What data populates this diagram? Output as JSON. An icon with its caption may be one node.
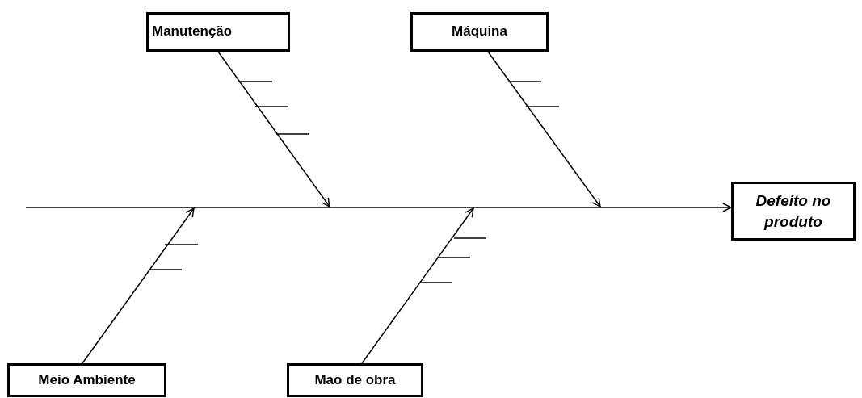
{
  "diagram": {
    "nodes": [
      {
        "text": [
          "Manutenção"
        ]
      },
      {
        "text": [
          "Máquina"
        ]
      },
      {
        "text": [
          "Defeito no produto"
        ]
      },
      {
        "text": [
          "Meio Ambiente"
        ]
      },
      {
        "text": [
          "Mao de obra"
        ]
      }
    ],
    "edges": [
      {
        "from": null,
        "to": 2,
        "arrow": "to"
      },
      {
        "from": 0,
        "to": null,
        "arrow": "to"
      },
      {
        "from": 1,
        "to": null,
        "arrow": "to"
      },
      {
        "from": 3,
        "to": null,
        "arrow": "to"
      },
      {
        "from": 4,
        "to": null,
        "arrow": "to"
      }
    ]
  }
}
